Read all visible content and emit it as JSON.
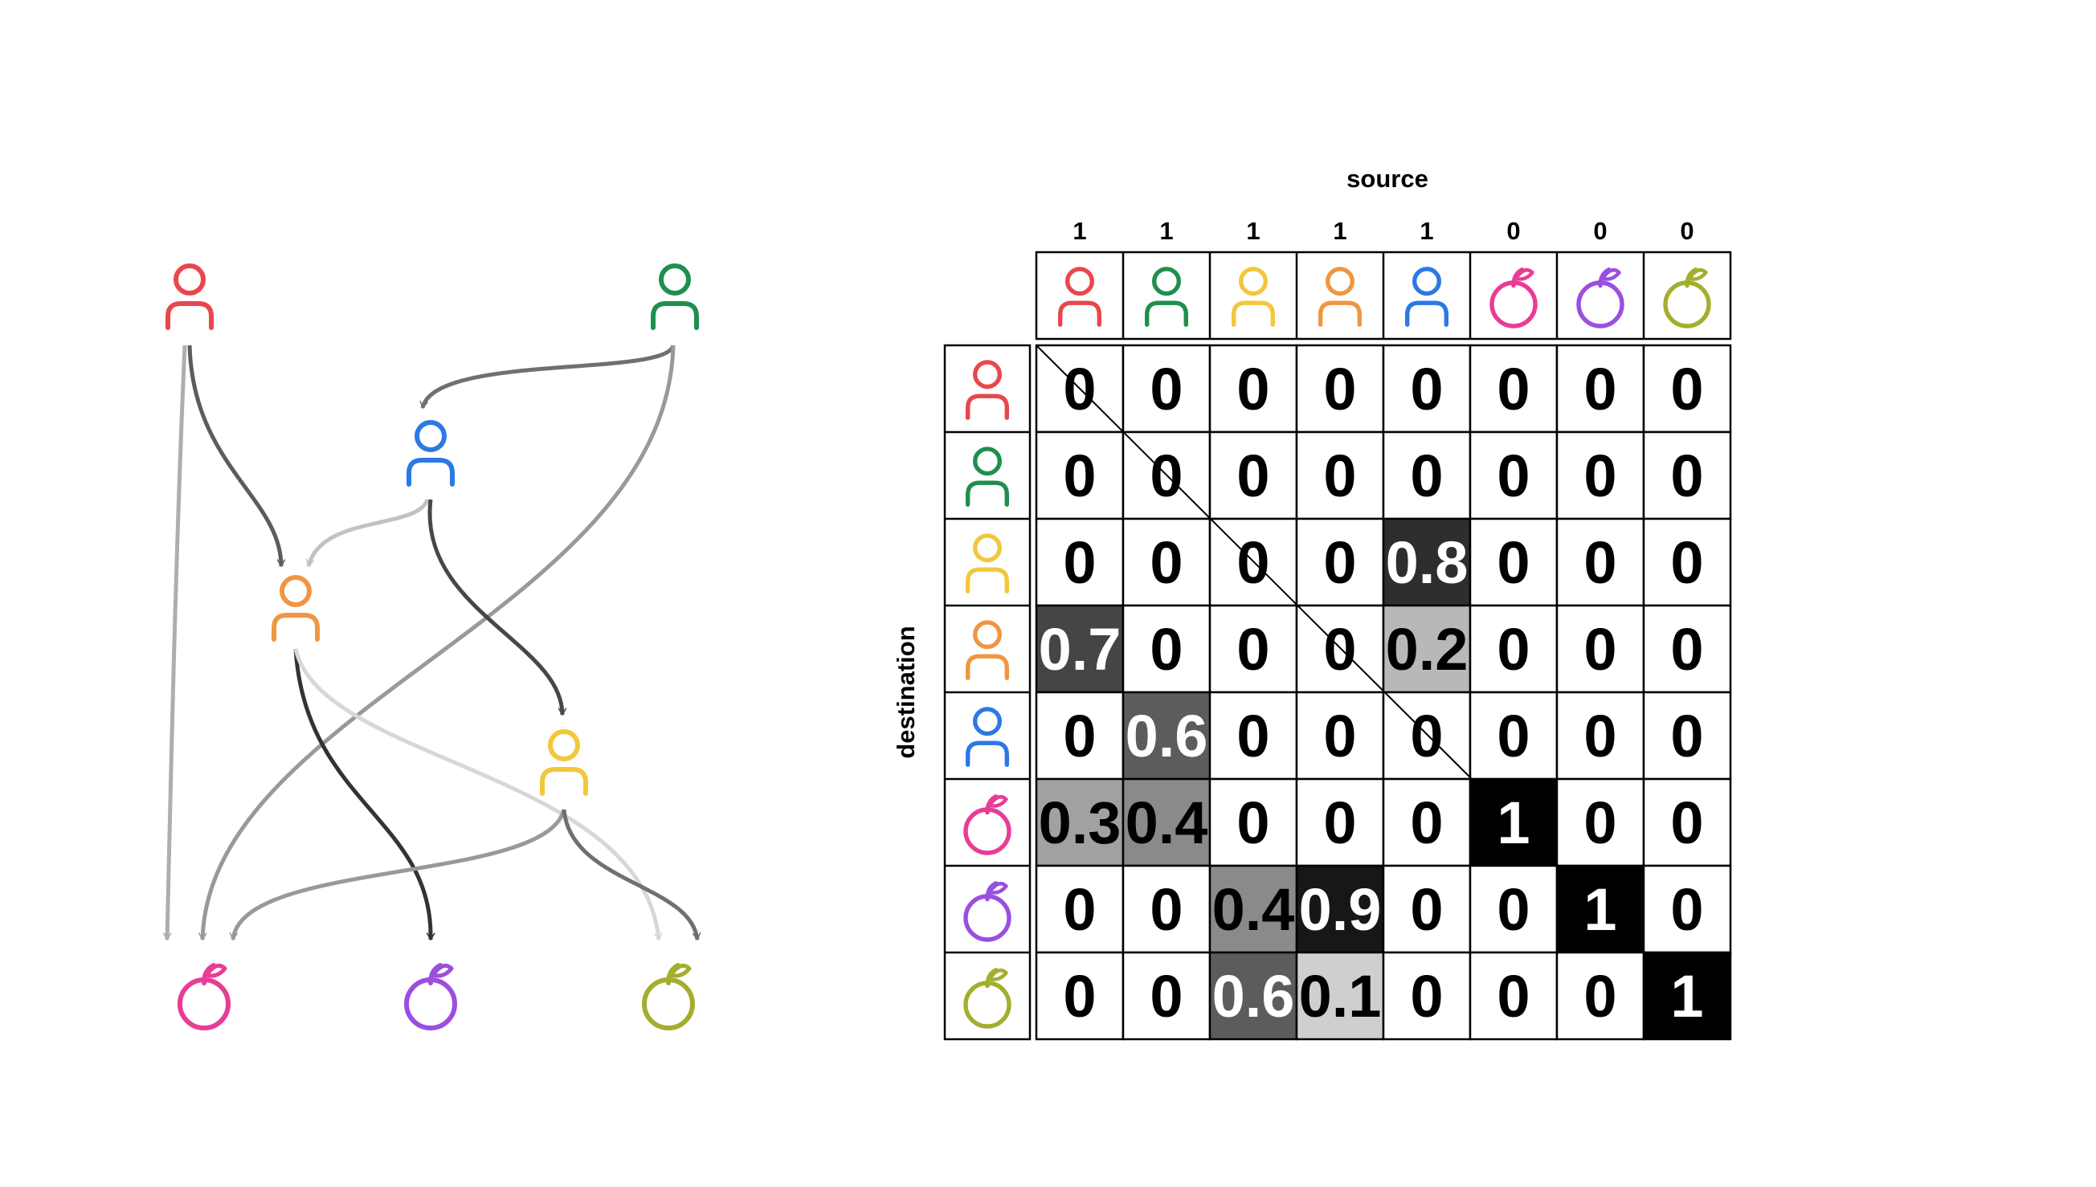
{
  "nodes": [
    {
      "id": "red-person",
      "kind": "person",
      "color": "#e8474c"
    },
    {
      "id": "green-person",
      "kind": "person",
      "color": "#1e8f4e"
    },
    {
      "id": "yellow-person",
      "kind": "person",
      "color": "#f2c73a"
    },
    {
      "id": "orange-person",
      "kind": "person",
      "color": "#f09643"
    },
    {
      "id": "blue-person",
      "kind": "person",
      "color": "#2c78e4"
    },
    {
      "id": "pink-apple",
      "kind": "apple",
      "color": "#e83c96"
    },
    {
      "id": "purple-apple",
      "kind": "apple",
      "color": "#9b4ee0"
    },
    {
      "id": "olive-apple",
      "kind": "apple",
      "color": "#a4ae2e"
    }
  ],
  "graph": {
    "edges": [
      {
        "from": "red-person",
        "to": "pink-apple",
        "weight": 0.3
      },
      {
        "from": "red-person",
        "to": "orange-person",
        "weight": 0.7
      },
      {
        "from": "green-person",
        "to": "blue-person",
        "weight": 0.6
      },
      {
        "from": "green-person",
        "to": "pink-apple",
        "weight": 0.4
      },
      {
        "from": "blue-person",
        "to": "orange-person",
        "weight": 0.2
      },
      {
        "from": "blue-person",
        "to": "yellow-person",
        "weight": 0.8
      },
      {
        "from": "orange-person",
        "to": "purple-apple",
        "weight": 0.9
      },
      {
        "from": "orange-person",
        "to": "olive-apple",
        "weight": 0.1
      },
      {
        "from": "yellow-person",
        "to": "pink-apple",
        "weight": 0.4
      },
      {
        "from": "yellow-person",
        "to": "olive-apple",
        "weight": 0.6
      }
    ]
  },
  "matrix": {
    "source_label": "source",
    "destination_label": "destination",
    "column_sums": [
      "1",
      "1",
      "1",
      "1",
      "1",
      "0",
      "0",
      "0"
    ],
    "rows": [
      [
        "0",
        "0",
        "0",
        "0",
        "0",
        "0",
        "0",
        "0"
      ],
      [
        "0",
        "0",
        "0",
        "0",
        "0",
        "0",
        "0",
        "0"
      ],
      [
        "0",
        "0",
        "0",
        "0",
        "0.8",
        "0",
        "0",
        "0"
      ],
      [
        "0.7",
        "0",
        "0",
        "0",
        "0.2",
        "0",
        "0",
        "0"
      ],
      [
        "0",
        "0.6",
        "0",
        "0",
        "0",
        "0",
        "0",
        "0"
      ],
      [
        "0.3",
        "0.4",
        "0",
        "0",
        "0",
        "1",
        "0",
        "0"
      ],
      [
        "0",
        "0",
        "0.4",
        "0.9",
        "0",
        "0",
        "1",
        "0"
      ],
      [
        "0",
        "0",
        "0.6",
        "0.1",
        "0",
        "0",
        "0",
        "1"
      ]
    ]
  }
}
